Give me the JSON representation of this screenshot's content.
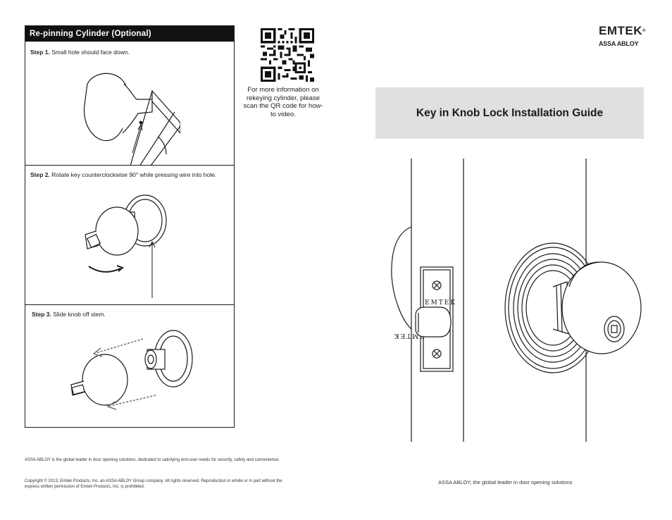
{
  "panel": {
    "title": "Re-pinning Cylinder (Optional)",
    "steps": [
      {
        "label": "Step 1.",
        "text": "Small hole should face down."
      },
      {
        "label": "Step 2.",
        "text": "Rotate key counterclockwise 90° while pressing wire into hole."
      },
      {
        "label": "Step 3.",
        "text": "Slide knob off stem."
      }
    ]
  },
  "qr": {
    "caption": "For more information on rekeying cylinder, please scan the QR code for how-to video."
  },
  "brand": {
    "name": "EMTEK",
    "mark": "®",
    "parent": "ASSA ABLOY"
  },
  "title": "Key in Knob Lock Installation Guide",
  "illustration": {
    "latch_text_top": "EMTEK",
    "latch_text_bottom": "EMTEK"
  },
  "footer": {
    "about": "ASSA ABLOY is the global leader in door opening solutions, dedicated to satisfying end-user needs for security, safety and convenience.",
    "copyright": "Copyright © 2013, Emtek Products, Inc. an ASSA ABLOY Group company. All rights reserved. Reproduction in whole or in part without the express written permission of Emtek Products, Inc. is prohibited.",
    "tagline": "ASSA ABLOY, the global leader in door opening solutions"
  }
}
